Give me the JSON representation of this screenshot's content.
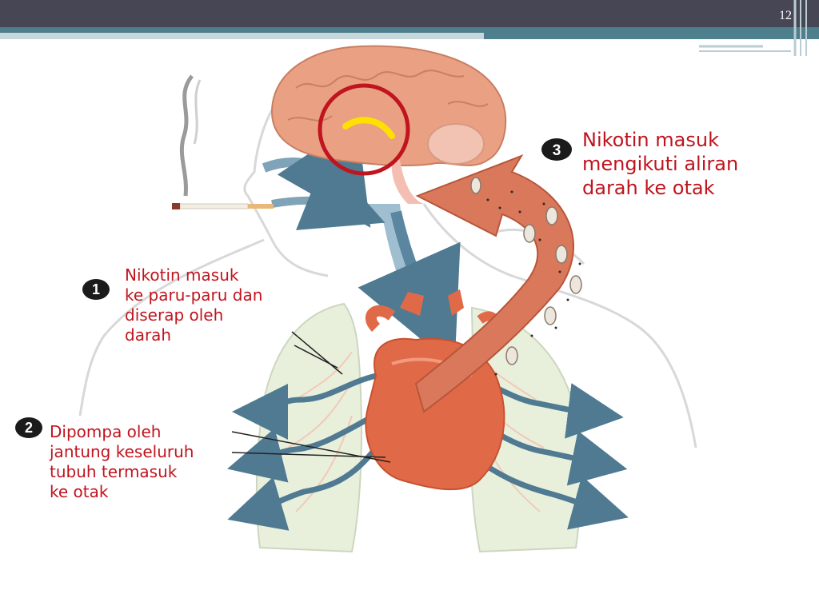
{
  "slide": {
    "page_number": "12"
  },
  "colors": {
    "header_dark": "#474655",
    "header_teal": "#4e7f8c",
    "label_red": "#c0141e",
    "artery": "#d9785a",
    "vein_blue": "#4f7a92",
    "heart": "#e06a48",
    "brain": "#e9a083"
  },
  "steps": [
    {
      "number": "1",
      "lines": [
        "Nikotin masuk",
        "ke paru-paru dan",
        "diserap oleh",
        "darah"
      ]
    },
    {
      "number": "2",
      "lines": [
        "Dipompa oleh",
        "jantung keseluruh",
        "tubuh termasuk",
        "ke otak"
      ]
    },
    {
      "number": "3",
      "lines": [
        "Nikotin masuk",
        "mengikuti aliran",
        "darah ke otak"
      ]
    }
  ],
  "icons": {
    "cigarette": "cigarette-icon",
    "brain": "brain-icon",
    "lungs": "lungs-icon",
    "heart": "heart-icon",
    "blood_vessel": "blood-vessel-icon"
  }
}
